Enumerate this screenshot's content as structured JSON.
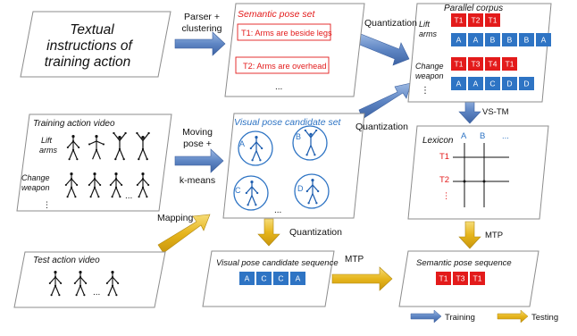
{
  "colors": {
    "panel_stroke": "#8c8c8c",
    "panel_fill": "#ffffff",
    "red": "#e31b1b",
    "blue": "#2e74c4",
    "dark_blue": "#1f4f8f",
    "training_arrow": "#5f86c4",
    "testing_arrow": "#e3b318",
    "text": "#111111"
  },
  "panels": {
    "textual": {
      "lines": [
        "Textual",
        "instructions of",
        "training action"
      ]
    },
    "semantic_set": {
      "title": "Semantic pose set",
      "t1": "T1:  Arms are beside legs",
      "t2": "T2: Arms are overhead",
      "more": "..."
    },
    "parallel": {
      "title": "Parallel corpus",
      "row1_label": [
        "Lift",
        "arms"
      ],
      "row1_red": [
        "T1",
        "T2",
        "T1"
      ],
      "row1_blue": [
        "A",
        "A",
        "B",
        "B",
        "B",
        "A"
      ],
      "row2_label": [
        "Change",
        "weapon"
      ],
      "row2_red": [
        "T1",
        "T3",
        "T4",
        "T1"
      ],
      "row2_blue": [
        "A",
        "A",
        "C",
        "D",
        "D"
      ],
      "more": "⋮"
    },
    "training_video": {
      "title": "Training action video",
      "row1_label": [
        "Lift",
        "arms"
      ],
      "row2_label": [
        "Change",
        "weapon"
      ],
      "ellipsis": "...",
      "more": "⋮"
    },
    "visual_set": {
      "title": "Visual pose candidate set",
      "labels": [
        "A",
        "B",
        "C",
        "D"
      ],
      "more": "..."
    },
    "lexicon": {
      "title": "Lexicon",
      "cols": [
        "A",
        "B",
        "..."
      ],
      "rows": [
        "T1",
        "T2",
        "⋮"
      ]
    },
    "test_video": {
      "title": "Test action video",
      "ellipsis": "..."
    },
    "visual_seq": {
      "title": "Visual pose candidate sequence",
      "cells": [
        "A",
        "C",
        "C",
        "A"
      ]
    },
    "semantic_seq": {
      "title": "Semantic pose sequence",
      "cells": [
        "T1",
        "T3",
        "T1"
      ]
    }
  },
  "arrows": {
    "parser": [
      "Parser +",
      "clustering"
    ],
    "quant1": "Quantization",
    "quant2": "Quantization",
    "moving": [
      "Moving",
      "pose +",
      "k-means"
    ],
    "vstm": "VS-TM",
    "mapping": "Mapping",
    "quant3": "Quantization",
    "mtp1": "MTP",
    "mtp2": "MTP"
  },
  "legend": {
    "training": "Training",
    "testing": "Testing"
  }
}
